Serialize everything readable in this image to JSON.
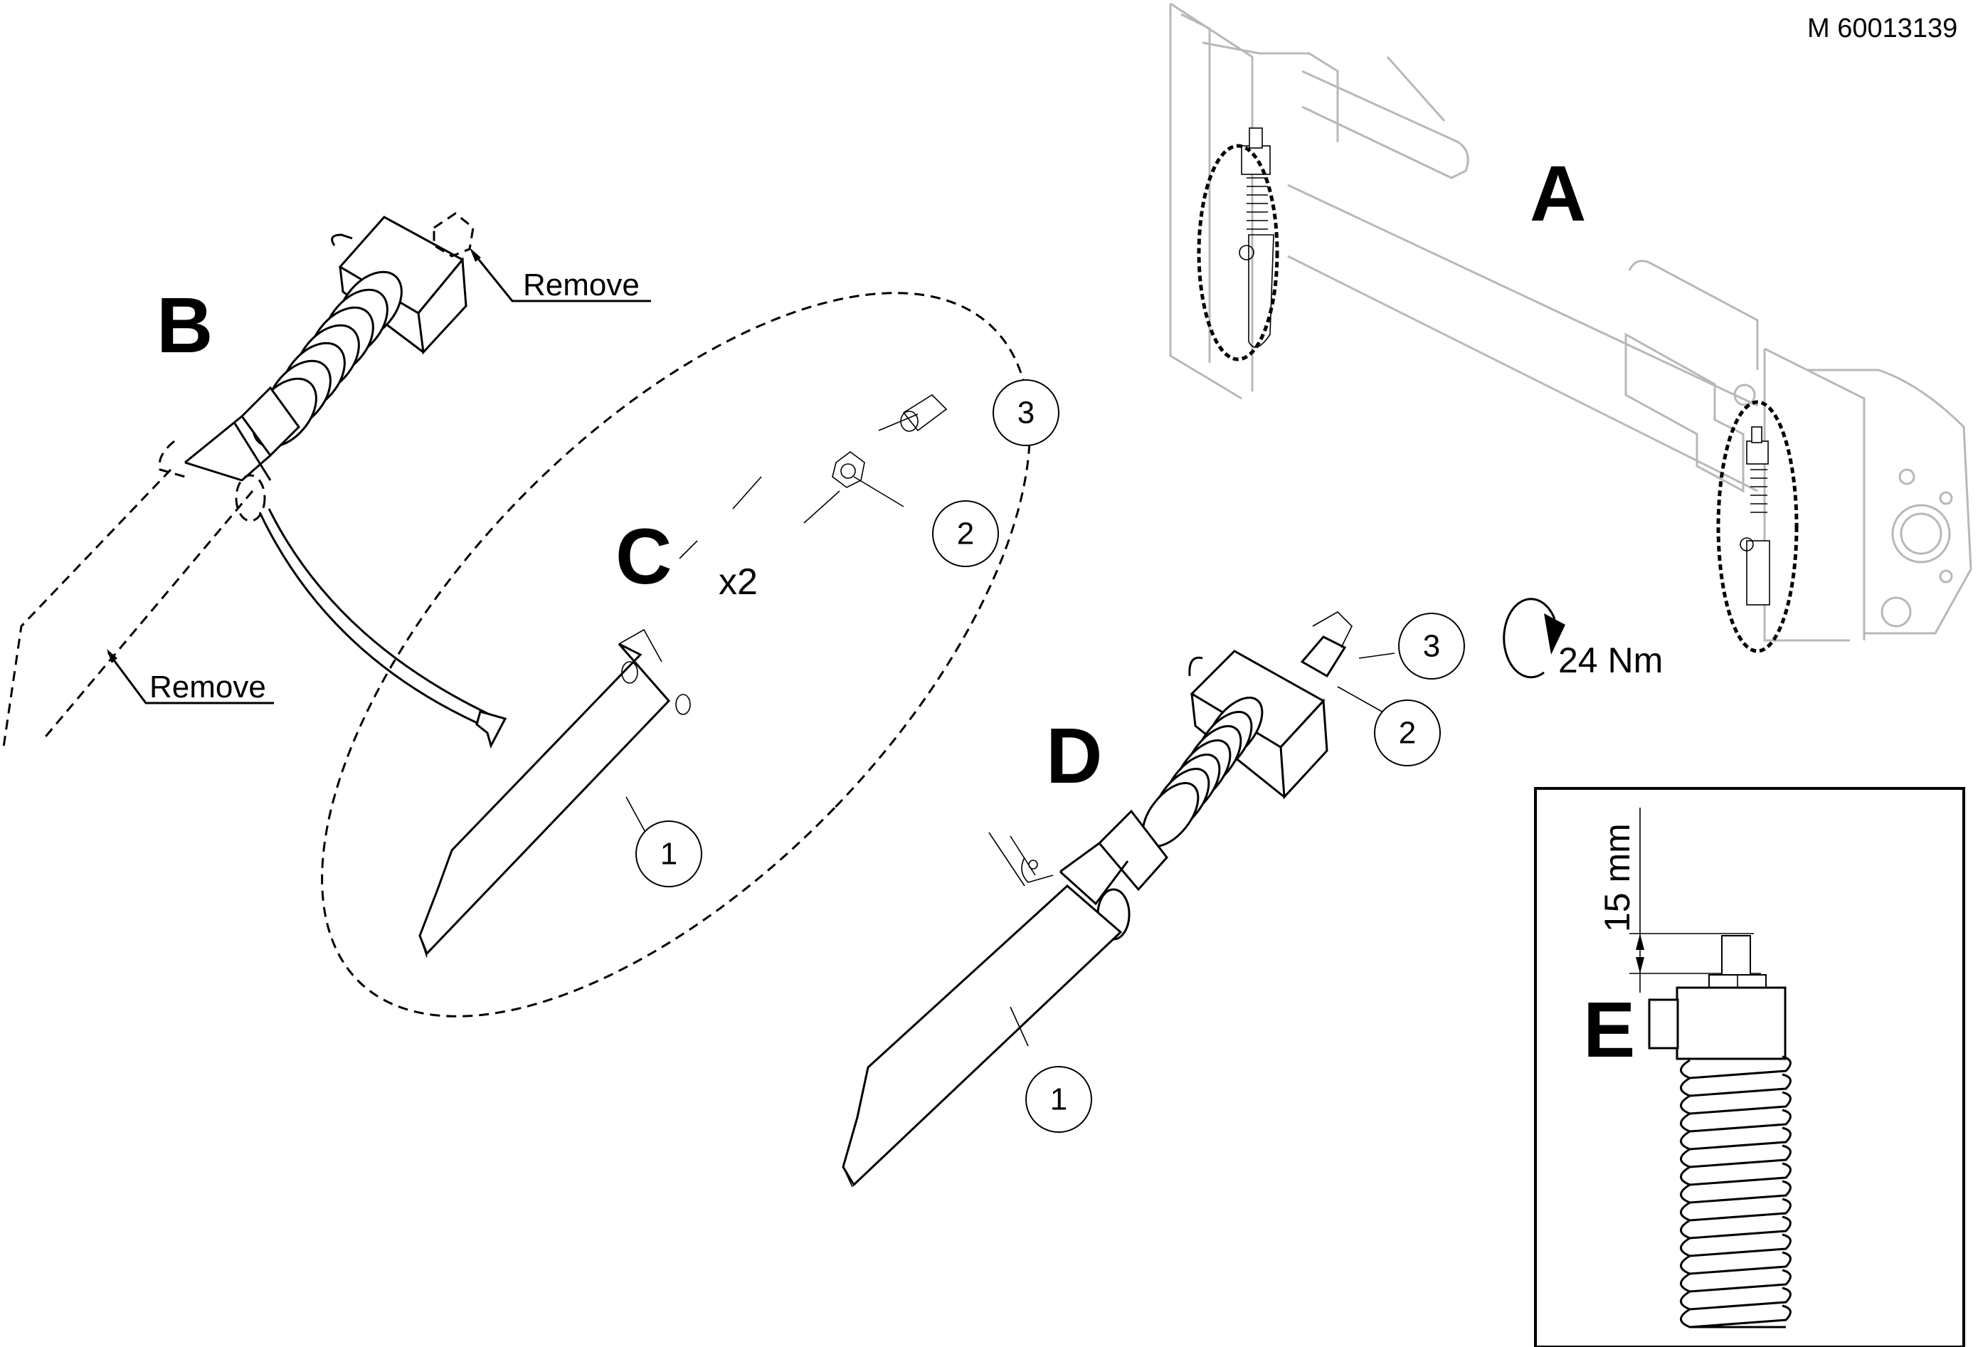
{
  "reference_code": "M 60013139",
  "views": {
    "A": {
      "label": "A",
      "description": "quick-hitch frame with two locking pins circled"
    },
    "B": {
      "label": "B",
      "remove_labels": [
        "Remove",
        "Remove"
      ]
    },
    "C": {
      "label": "C",
      "quantity": "x2",
      "callouts": [
        "1",
        "2",
        "3"
      ]
    },
    "D": {
      "label": "D",
      "callouts": [
        "1",
        "2",
        "3"
      ],
      "torque": "24 Nm"
    },
    "E": {
      "label": "E",
      "dimension": "15 mm"
    }
  },
  "colors": {
    "line": "#000000",
    "ghost": "#b8b8b8",
    "background": "#ffffff"
  }
}
